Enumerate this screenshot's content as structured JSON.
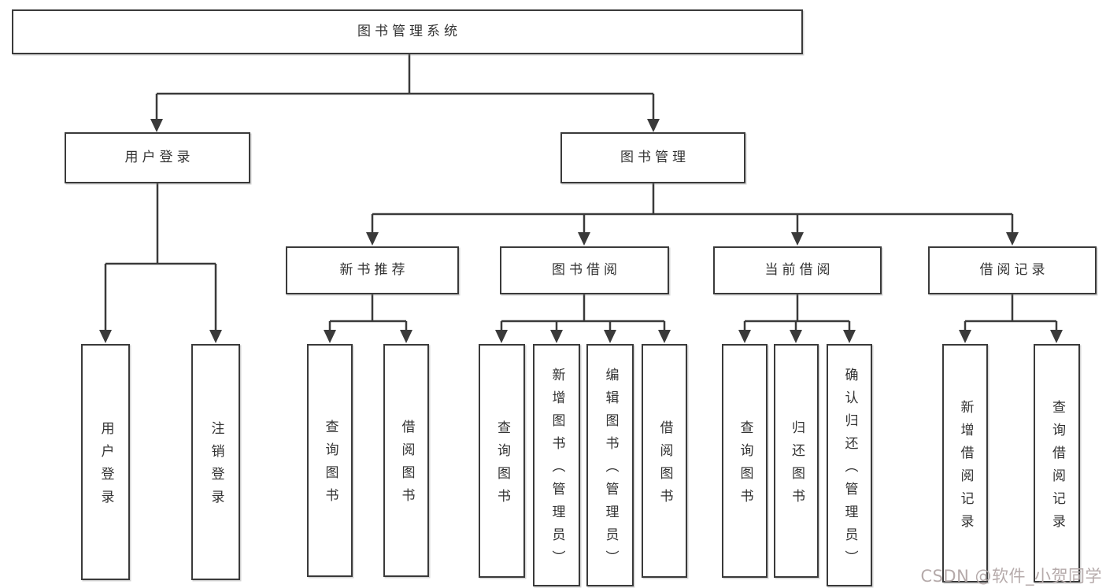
{
  "diagram": {
    "line_color": "#3a3a3a",
    "box_border_color": "#3a3a3a",
    "text_color": "#333333",
    "background_color": "#ffffff"
  },
  "tree": {
    "label": "图书管理系统",
    "children": [
      {
        "label": "用户登录",
        "children": [
          {
            "label": "用户登录"
          },
          {
            "label": "注销登录"
          }
        ]
      },
      {
        "label": "图书管理",
        "children": [
          {
            "label": "新书推荐",
            "children": [
              {
                "label": "查询图书"
              },
              {
                "label": "借阅图书"
              }
            ]
          },
          {
            "label": "图书借阅",
            "children": [
              {
                "label": "查询图书"
              },
              {
                "label": "新增图书（管理员）"
              },
              {
                "label": "编辑图书（管理员）"
              },
              {
                "label": "借阅图书"
              }
            ]
          },
          {
            "label": "当前借阅",
            "children": [
              {
                "label": "查询图书"
              },
              {
                "label": "归还图书"
              },
              {
                "label": "确认归还（管理员）"
              }
            ]
          },
          {
            "label": "借阅记录",
            "children": [
              {
                "label": "新增借阅记录"
              },
              {
                "label": "查询借阅记录"
              }
            ]
          }
        ]
      }
    ]
  },
  "watermark": {
    "text": "CSDN @软件_小贺同学",
    "color": "#b5aaaa"
  }
}
